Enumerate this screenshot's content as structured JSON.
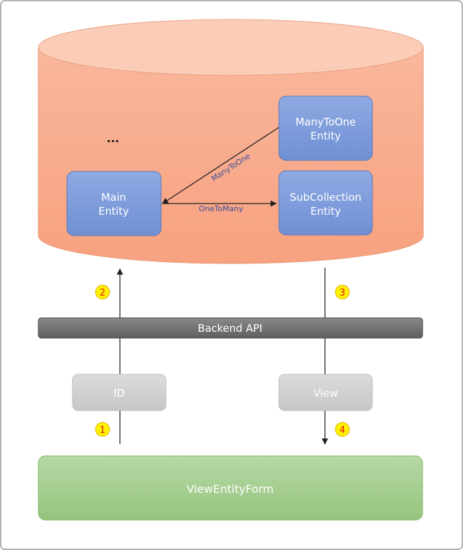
{
  "entities": {
    "main": [
      "Main",
      "Entity"
    ],
    "many_to_one": [
      "ManyToOne",
      "Entity"
    ],
    "sub_collection": [
      "SubCollection",
      "Entity"
    ]
  },
  "ellipsis": "...",
  "relations": {
    "many_to_one": "ManyToOne",
    "one_to_many": "OneToMany"
  },
  "backend_api": "Backend API",
  "payloads": {
    "id": "ID",
    "view": "View"
  },
  "steps": [
    "1",
    "2",
    "3",
    "4"
  ],
  "form": "ViewEntityForm",
  "colors": {
    "database_fill": "#F8A584",
    "database_top": "#FBCDB8",
    "entity_fill": "#7E9BD9",
    "entity_border": "#5C78B8",
    "api_bar": "#707070",
    "payload_fill": "#D2D2D2",
    "form_fill": "#A6CF92",
    "step_badge": "#FFF200",
    "step_text": "#E01010"
  }
}
